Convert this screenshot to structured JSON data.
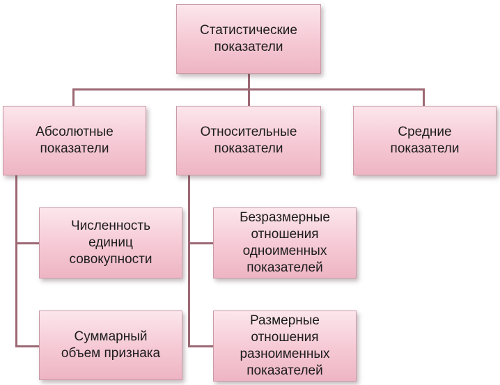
{
  "root": {
    "line1": "Статистические",
    "line2": "показатели"
  },
  "absolute": {
    "line1": "Абсолютные",
    "line2": "показатели"
  },
  "relative": {
    "line1": "Относительные",
    "line2": "показатели"
  },
  "average": {
    "line1": "Средние",
    "line2": "показатели"
  },
  "population_count": {
    "line1": "Численность",
    "line2": "единиц",
    "line3": "совокупности"
  },
  "total_volume": {
    "line1": "Суммарный",
    "line2": "объем признака"
  },
  "dimensionless": {
    "line1": "Безразмерные",
    "line2": "отношения",
    "line3": "одноименных",
    "line4": "показателей"
  },
  "dimensional": {
    "line1": "Размерные",
    "line2": "отношения",
    "line3": "разноименных",
    "line4": "показателей"
  },
  "colors": {
    "box_fill_top": "#fce6ec",
    "box_fill_bottom": "#eeb5c4",
    "box_border": "#c99aa6",
    "connector": "#9c6874",
    "text": "#1c1c1c"
  }
}
